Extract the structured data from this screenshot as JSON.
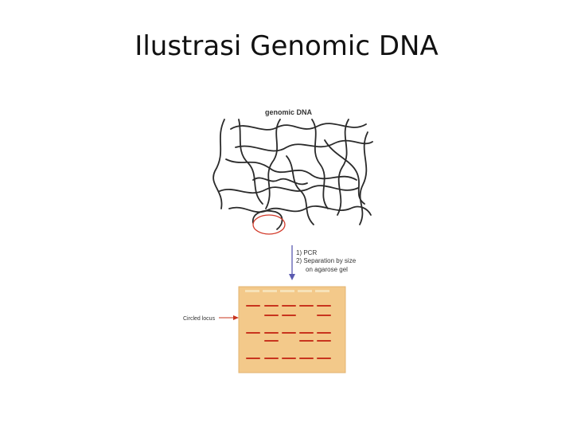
{
  "slide": {
    "title": "Ilustrasi Genomic DNA"
  },
  "diagram": {
    "genomic_label": "genomic DNA",
    "step1": "1) PCR",
    "step2a": "2) Separation by size",
    "step2b": "on agarose gel",
    "circled_label": "Circled locus",
    "colors": {
      "strand": "#2a2a2a",
      "circle": "#d23a2a",
      "arrow": "#5a5ab0",
      "gel": "#f3c98a",
      "band": "#c8341e",
      "well": "#f7e2b8"
    }
  }
}
